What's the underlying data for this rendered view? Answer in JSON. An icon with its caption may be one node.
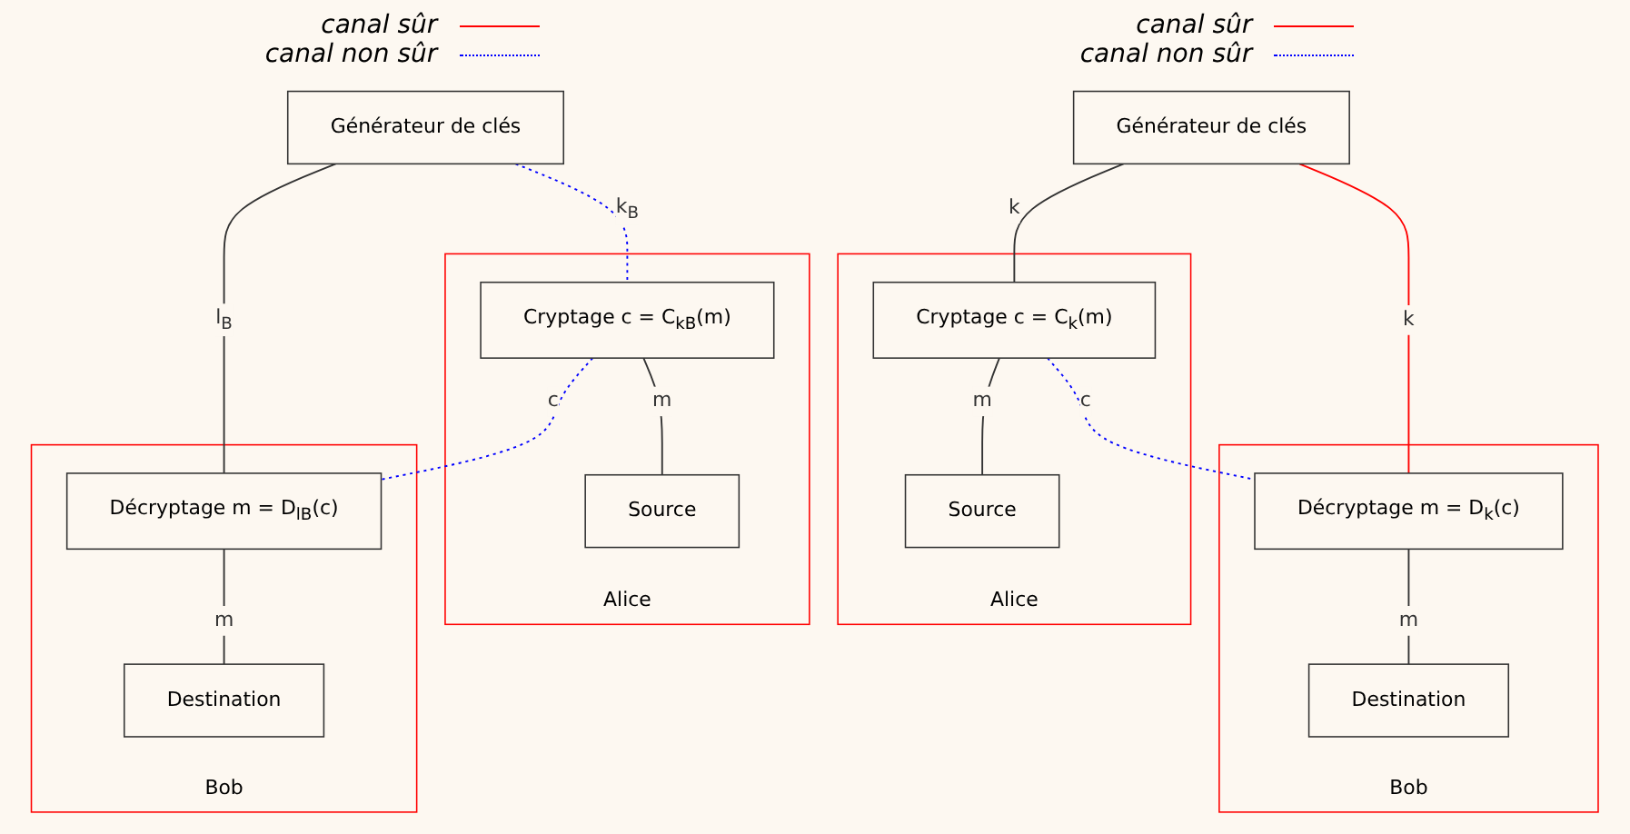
{
  "diagram": {
    "nodes": [
      {
        "text": [
          "Alice"
        ]
      },
      {
        "text": [
          "Générateur de clés"
        ]
      },
      {
        "text": [
          "Cryptage c = C$_{k}$(m)"
        ],
        "in": 0
      },
      {
        "text": [
          "Source"
        ],
        "in": 0
      },
      {
        "text": [
          "Bob"
        ]
      },
      {
        "text": [
          "Décryptage m = D$_{k}$(c)"
        ],
        "in": 4
      },
      {
        "text": [
          "Destination"
        ],
        "in": 4
      },
      {
        "text": [
          "Alice"
        ]
      },
      {
        "text": [
          "Cryptage c = C$_{kB}$(m)"
        ],
        "in": 7
      },
      {
        "text": [
          "Source"
        ],
        "in": 7
      },
      {
        "text": [
          "Bob"
        ]
      },
      {
        "text": [
          "Générateur de clés"
        ]
      },
      {
        "text": [
          "Décryptage m = D$_{lB}$(c)"
        ],
        "in": 10
      },
      {
        "text": [
          "Destination"
        ],
        "in": 10
      }
    ],
    "edges": [
      {
        "from": 1,
        "to": 2,
        "arrow": "none",
        "label": "k"
      },
      {
        "from": 1,
        "to": 5,
        "arrow": "none",
        "label": "k",
        "color": "#ff0000"
      },
      {
        "from": 2,
        "to": 5,
        "arrow": "none",
        "label": "c",
        "style": "dashed",
        "color": "#0000ff"
      },
      {
        "from": 2,
        "to": 3,
        "arrow": "none",
        "label": "m"
      },
      {
        "from": 5,
        "to": 6,
        "arrow": "none",
        "label": "m"
      },
      {
        "from": 11,
        "to": 8,
        "arrow": "none",
        "label": "k$_{B}$",
        "style": "dashed",
        "color": "#0000ff"
      },
      {
        "from": 11,
        "to": 12,
        "arrow": "none",
        "label": "l$_{B}$"
      },
      {
        "from": 8,
        "to": 12,
        "arrow": "none",
        "label": "c",
        "style": "dashed",
        "color": "#0000ff"
      },
      {
        "from": 8,
        "to": 9,
        "arrow": "none",
        "label": "m"
      },
      {
        "from": 12,
        "to": 13,
        "arrow": "none",
        "label": "m"
      }
    ],
    "legend": [
      {
        "text": "canal sûr"
      },
      {
        "text": "canal non sûr"
      },
      {
        "text": "canal sûr"
      },
      {
        "text": "canal non sûr"
      }
    ]
  }
}
